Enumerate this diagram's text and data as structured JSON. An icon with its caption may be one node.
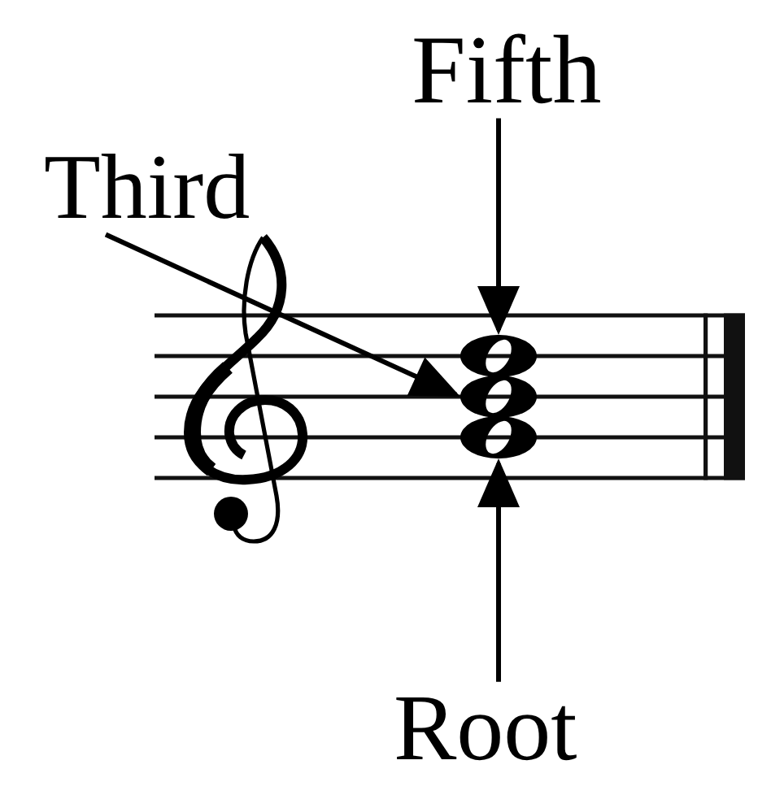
{
  "diagram": {
    "nodes": [
      {
        "text": [
          "Fifth"
        ]
      },
      {
        "text": [
          "Third"
        ]
      },
      {
        "text": [],
        "shape": "note"
      },
      {
        "text": [],
        "shape": "note"
      },
      {
        "text": [],
        "shape": "note"
      },
      {
        "text": [
          "Root"
        ]
      }
    ],
    "edges": [
      {
        "from": 0,
        "to": 2,
        "arrow": "to"
      },
      {
        "from": 1,
        "to": 3,
        "arrow": "to"
      },
      {
        "from": 5,
        "to": 4,
        "arrow": "to"
      }
    ]
  }
}
